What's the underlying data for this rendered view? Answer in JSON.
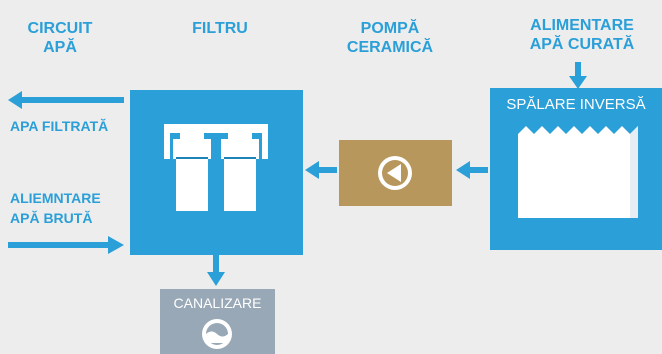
{
  "headers": {
    "circuit": "CIRCUIT\nAPĂ",
    "filtru": "FILTRU",
    "pompa": "POMPĂ\nCERAMICĂ",
    "alimentare_curata": "ALIMENTARE\nAPĂ CURATĂ"
  },
  "side_labels": {
    "apa_filtrata": "APA FILTRATĂ",
    "alimentare_bruta": "ALIEMNTARE\nAPĂ  BRUTĂ"
  },
  "boxes": {
    "spalare": "SPĂLARE INVERSĂ",
    "canalizare": "CANALIZARE"
  },
  "colors": {
    "blue": "#2a9fd8",
    "gold": "#b7975b",
    "gray": "#98a8b6",
    "background": "#ededed"
  },
  "icons": {
    "filter": "filter-cartridges-icon",
    "pump": "play-reverse-icon",
    "tank": "tank-icon",
    "drain": "drain-icon"
  }
}
